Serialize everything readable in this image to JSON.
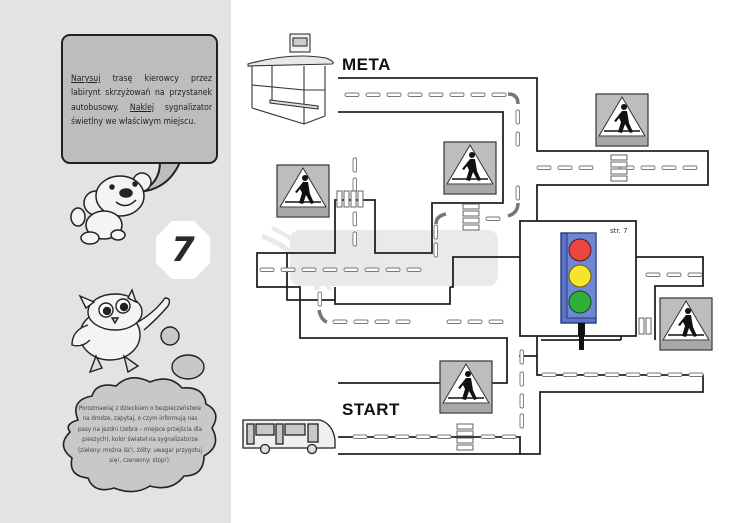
{
  "page": {
    "number": "7",
    "sticker_page_ref": "str. 7"
  },
  "instruction": {
    "verb1": "Narysuj",
    "text1": " trasę kierowcy przez labirynt skrzyżowań na przystanek autobusowy. ",
    "verb2": "Naklej",
    "text2": " sygnalizator świetlny we właściwym miejscu."
  },
  "parent_note": "Porozmawiaj z dzieckiem o bezpieczeństwie na drodze, zapytaj, o czym informują nas pasy na jezdni (zebra – miejsce przejścia dla pieszych), kolor świateł na sygnalizatorze (zielony: można iść!, żółty: uwaga! przygotuj się!, czerwony: stop!).",
  "maze": {
    "finish_label": "META",
    "start_label": "START"
  },
  "traffic_light": {
    "colors": {
      "red": "#e8463f",
      "yellow": "#f5e52a",
      "green": "#2fae3a",
      "housing": "#5b74c4"
    }
  },
  "icons": {
    "mascot_top": "teddy-bear",
    "mascot_bottom": "owl",
    "finish_icon": "bus-stop-shelter",
    "start_icon": "bus",
    "signs": "pedestrian-crossing-sign"
  }
}
